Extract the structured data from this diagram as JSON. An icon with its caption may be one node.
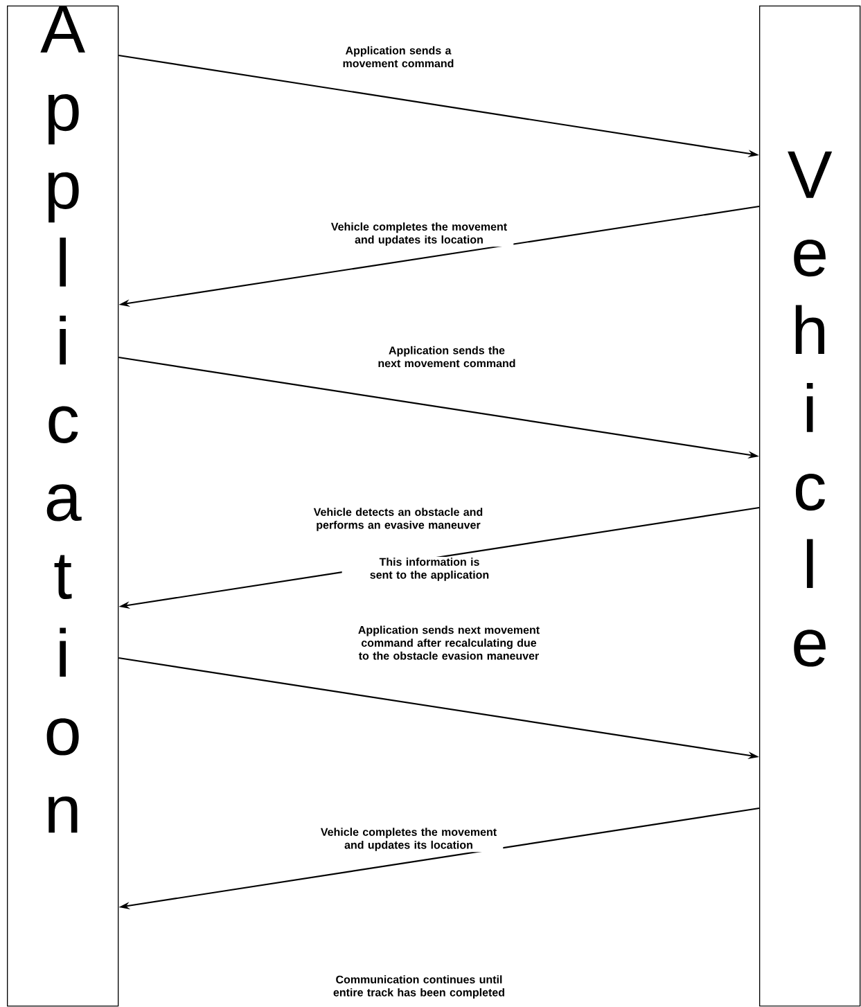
{
  "diagram": {
    "nodes": [
      {
        "text": [
          "Application"
        ]
      },
      {
        "text": [
          "Vehicle"
        ]
      }
    ],
    "edges": [
      {
        "from": 0,
        "to": 1,
        "arrow": "to",
        "label": "Application sends a movement command"
      },
      {
        "from": 1,
        "to": 0,
        "arrow": "to",
        "label": "Vehicle completes the movement and updates its location"
      },
      {
        "from": 0,
        "to": 1,
        "arrow": "to",
        "label": "Application sends the next movement command"
      },
      {
        "from": 1,
        "to": 0,
        "arrow": "to",
        "label": "Vehicle detects an obstacle and performs an evasive maneuver"
      },
      {
        "from": 0,
        "to": 1,
        "arrow": "to",
        "label": "Application sends next movement command after recalculating due to the obstacle evasion maneuver"
      },
      {
        "from": 1,
        "to": 0,
        "arrow": "to",
        "label": "Vehicle completes the movement and updates its location"
      }
    ],
    "labels": [
      "This information is sent to the application",
      "Communication continues until entire track has been completed"
    ]
  }
}
